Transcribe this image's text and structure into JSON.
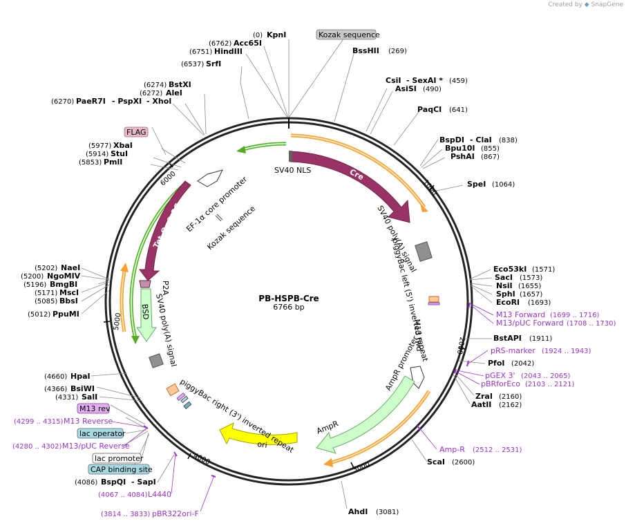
{
  "plasmid": {
    "name": "PB-HSPB-Cre",
    "length_label": "6766 bp",
    "length": 6766
  },
  "brand": {
    "created_by": "Created by",
    "app": "SnapGene"
  },
  "ticks": [
    "1000",
    "2000",
    "3000",
    "4000",
    "5000",
    "6000"
  ],
  "restriction_sites": [
    {
      "name": "KpnI",
      "pos": "(0)"
    },
    {
      "name": "Acc65I",
      "pos": "(6762)"
    },
    {
      "name": "HindIII",
      "pos": "(6751)"
    },
    {
      "name": "SrfI",
      "pos": "(6537)"
    },
    {
      "name": "BstXI",
      "pos": "(6274)"
    },
    {
      "name": "AleI",
      "pos": "(6272)"
    },
    {
      "name": "PaeR7I",
      "pos": "(6270)",
      "extra": "- PspXI",
      "extra2": "- XhoI"
    },
    {
      "name": "XbaI",
      "pos": "(5977)"
    },
    {
      "name": "StuI",
      "pos": "(5914)"
    },
    {
      "name": "PmlI",
      "pos": "(5853)"
    },
    {
      "name": "BssHII",
      "pos": "(269)"
    },
    {
      "name": "CsiI",
      "pos": "(459)",
      "extra": "- SexAI *"
    },
    {
      "name": "AsiSI",
      "pos": "(490)"
    },
    {
      "name": "PaqCI",
      "pos": "(641)"
    },
    {
      "name": "BspDI",
      "pos": "(838)",
      "extra": "- ClaI"
    },
    {
      "name": "Bpu10I",
      "pos": "(855)"
    },
    {
      "name": "PshAI",
      "pos": "(867)"
    },
    {
      "name": "SpeI",
      "pos": "(1064)"
    },
    {
      "name": "Eco53kI",
      "pos": "(1571)"
    },
    {
      "name": "SacI",
      "pos": "(1573)"
    },
    {
      "name": "NsiI",
      "pos": "(1655)"
    },
    {
      "name": "SphI",
      "pos": "(1657)"
    },
    {
      "name": "EcoRI",
      "pos": "(1693)"
    },
    {
      "name": "BstAPI",
      "pos": "(1911)"
    },
    {
      "name": "PfoI",
      "pos": "(2042)"
    },
    {
      "name": "ZraI",
      "pos": "(2160)"
    },
    {
      "name": "AatII",
      "pos": "(2162)"
    },
    {
      "name": "ScaI",
      "pos": "(2600)"
    },
    {
      "name": "AhdI",
      "pos": "(3081)"
    },
    {
      "name": "NaeI",
      "pos": "(5202)"
    },
    {
      "name": "NgoMIV",
      "pos": "(5200)"
    },
    {
      "name": "BmgBI",
      "pos": "(5196)"
    },
    {
      "name": "MscI",
      "pos": "(5171)"
    },
    {
      "name": "BbsI",
      "pos": "(5085)"
    },
    {
      "name": "PpuMI",
      "pos": "(5012)"
    },
    {
      "name": "HpaI",
      "pos": "(4660)"
    },
    {
      "name": "BsiWI",
      "pos": "(4366)"
    },
    {
      "name": "SalI",
      "pos": "(4331)"
    },
    {
      "name": "BspQI",
      "pos": "(4086)",
      "extra": "- SapI"
    }
  ],
  "primers": [
    {
      "name": "M13 Forward",
      "pos": "(1699 .. 1716)"
    },
    {
      "name": "M13/pUC Forward",
      "pos": "(1708 .. 1730)"
    },
    {
      "name": "pRS-marker",
      "pos": "(1924 .. 1943)"
    },
    {
      "name": "pGEX 3'",
      "pos": "(2043 .. 2065)"
    },
    {
      "name": "pBRforEco",
      "pos": "(2103 .. 2121)"
    },
    {
      "name": "Amp-R",
      "pos": "(2512 .. 2531)"
    },
    {
      "name": "M13 Reverse",
      "pos": "(4299 .. 4315)"
    },
    {
      "name": "M13/pUC Reverse",
      "pos": "(4280 .. 4302)"
    },
    {
      "name": "L4440",
      "pos": "(4067 .. 4084)"
    },
    {
      "name": "pBR322ori-F",
      "pos": "(3814 .. 3833)"
    }
  ],
  "boxed_labels": [
    {
      "name": "Kozak sequence",
      "color": "#c8c8c8"
    },
    {
      "name": "FLAG",
      "color": "#e6b8c8"
    },
    {
      "name": "M13 rev",
      "color": "#e0b0f0"
    },
    {
      "name": "lac operator",
      "color": "#a8d8e0"
    },
    {
      "name": "lac promoter",
      "color": "#ffffff"
    },
    {
      "name": "CAP binding site",
      "color": "#a8d8e0"
    }
  ],
  "features": [
    {
      "name": "Cre",
      "color": "#993366"
    },
    {
      "name": "SV40 NLS",
      "color": "#606060"
    },
    {
      "name": "SV40 poly(A) signal",
      "color": "#909090"
    },
    {
      "name": "piggyBac left (5') inverted repeat",
      "color": "#ffc896"
    },
    {
      "name": "M13 fwd",
      "color": "#d8b0f0"
    },
    {
      "name": "AmpR promoter",
      "color": "#ffffff"
    },
    {
      "name": "AmpR",
      "color": "#ccffcc"
    },
    {
      "name": "ori",
      "color": "#ffff00"
    },
    {
      "name": "piggyBac right (3') inverted repeat",
      "color": "#ffc896"
    },
    {
      "name": "Tet-On® 3G",
      "color": "#993366"
    },
    {
      "name": "P2A",
      "color": "#c090a8"
    },
    {
      "name": "BSD",
      "color": "#ccffcc"
    },
    {
      "name": "SV40 poly(A) signal",
      "color": "#909090"
    },
    {
      "name": "EF-1α core promoter",
      "color": "#ffffff"
    },
    {
      "name": "Kozak sequence",
      "color": "#c8c8c8"
    }
  ]
}
